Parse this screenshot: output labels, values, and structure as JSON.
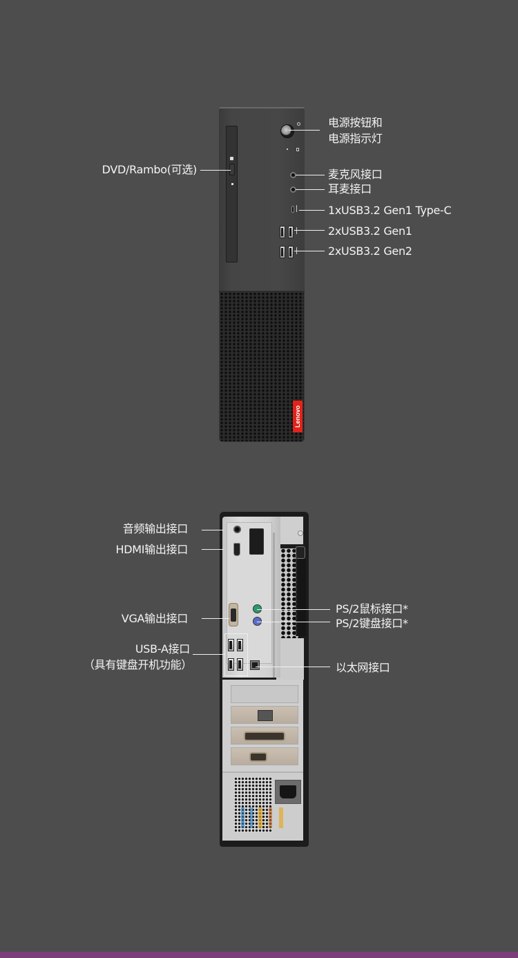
{
  "colors": {
    "background": "#4d4d4d",
    "label_text": "#f4f4f4",
    "leader_line": "#f0f0f0",
    "brand_badge": "#e2231a",
    "bottom_stripe": "#7a3e7a"
  },
  "front_view": {
    "brand": "Lenovo",
    "labels": {
      "power": [
        "电源按钮和",
        "电源指示灯"
      ],
      "odd": "DVD/Rambo(可选)",
      "mic": "麦克风接口",
      "headset": "耳麦接口",
      "typec": "1xUSB3.2 Gen1 Type-C",
      "usb_gen1": "2xUSB3.2 Gen1",
      "usb_gen2": "2xUSB3.2 Gen2"
    }
  },
  "rear_view": {
    "labels": {
      "audio_out": "音频输出接口",
      "hdmi_out": "HDMI输出接口",
      "vga_out": "VGA输出接口",
      "usb_a": "USB-A接口",
      "usb_a_note": "（具有键盘开机功能）",
      "ps2_mouse": "PS/2鼠标接口*",
      "ps2_keyboard": "PS/2键盘接口*",
      "ethernet": "以太网接口"
    }
  }
}
